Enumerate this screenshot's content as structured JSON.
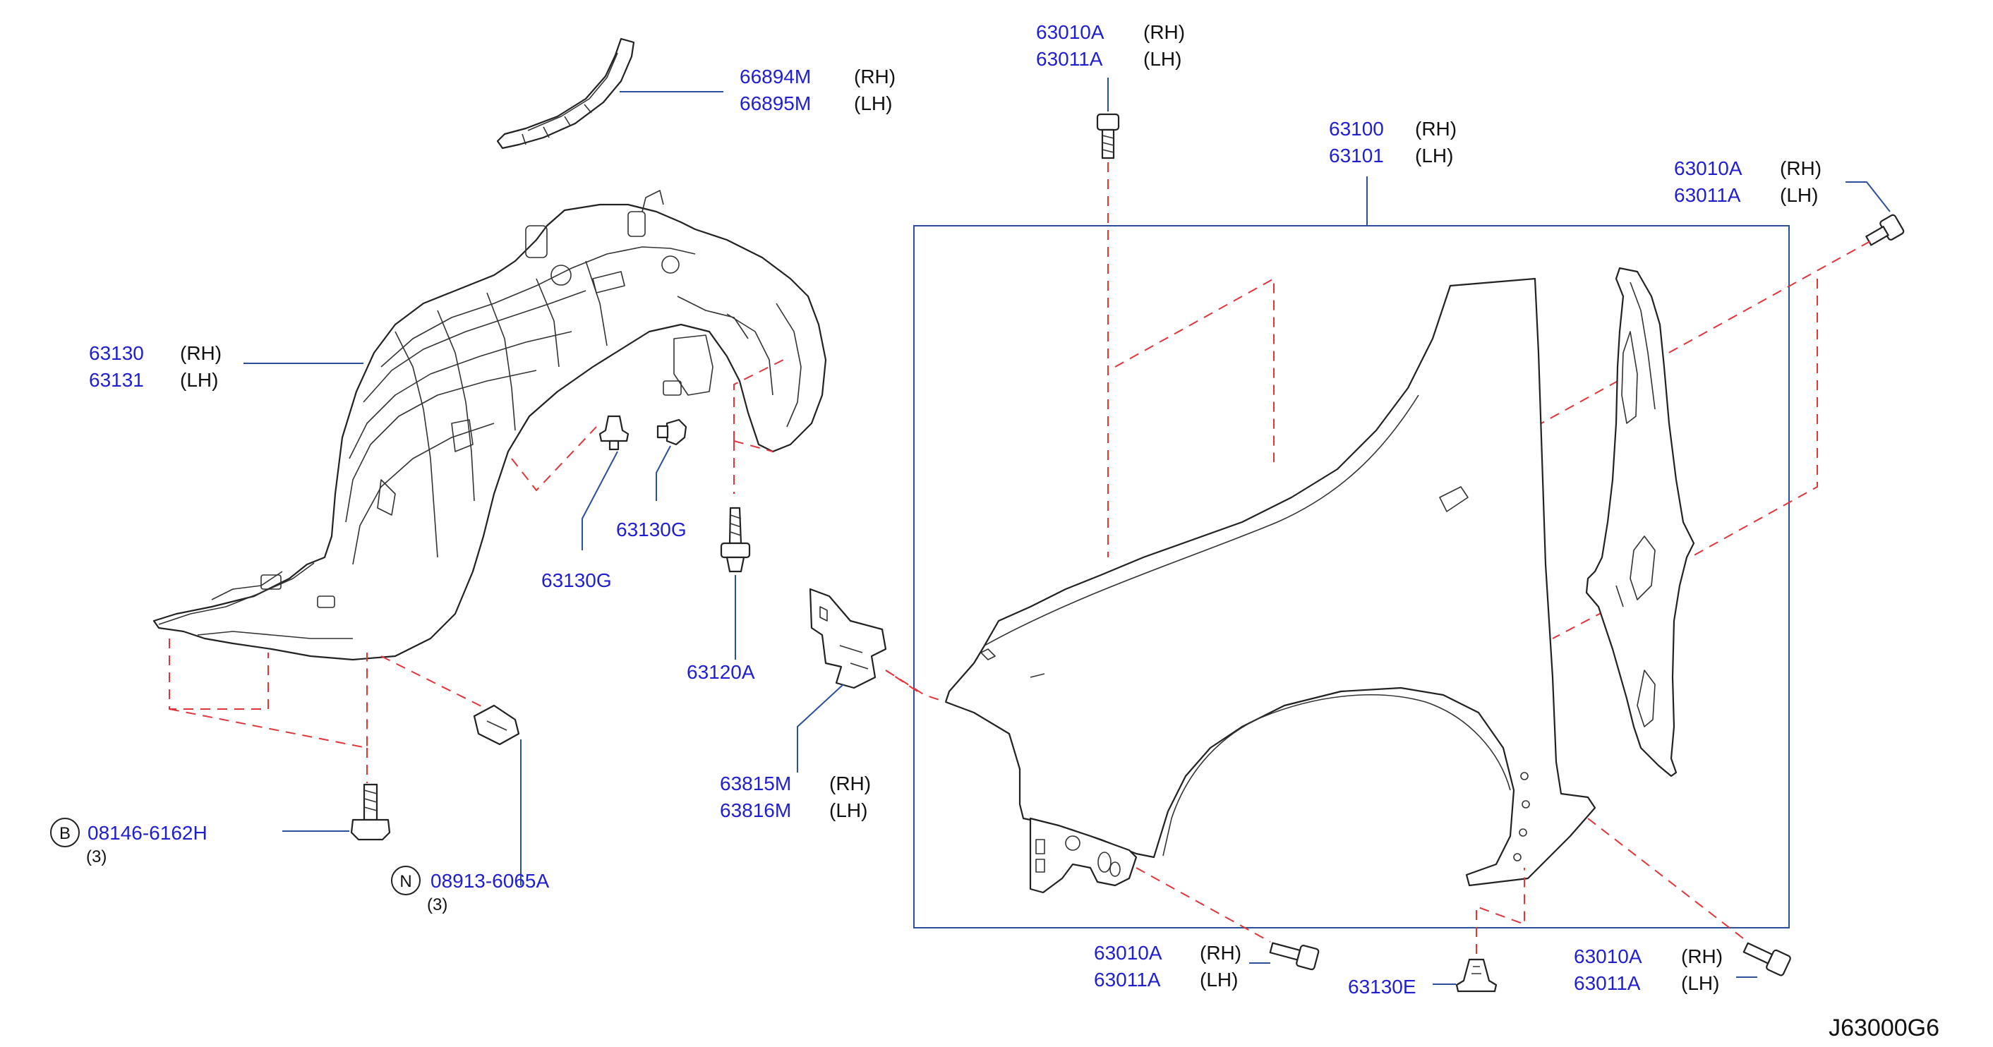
{
  "callouts": {
    "c66894": {
      "pn1": "66894M",
      "s1": "(RH)",
      "pn2": "66895M",
      "s2": "(LH)"
    },
    "c63010top": {
      "pn1": "63010A",
      "s1": "(RH)",
      "pn2": "63011A",
      "s2": "(LH)"
    },
    "c63100": {
      "pn1": "63100",
      "s1": "(RH)",
      "pn2": "63101",
      "s2": "(LH)"
    },
    "c63010right": {
      "pn1": "63010A",
      "s1": "(RH)",
      "pn2": "63011A",
      "s2": "(LH)"
    },
    "c63130": {
      "pn1": "63130",
      "s1": "(RH)",
      "pn2": "63131",
      "s2": "(LH)"
    },
    "c63130g_a": {
      "pn1": "63130G"
    },
    "c63130g_b": {
      "pn1": "63130G"
    },
    "c63120a": {
      "pn1": "63120A"
    },
    "c63815": {
      "pn1": "63815M",
      "s1": "(RH)",
      "pn2": "63816M",
      "s2": "(LH)"
    },
    "c08146": {
      "badge": "B",
      "pn1": "08146-6162H",
      "qty": "(3)"
    },
    "c08913": {
      "badge": "N",
      "pn1": "08913-6065A",
      "qty": "(3)"
    },
    "c63010bl": {
      "pn1": "63010A",
      "s1": "(RH)",
      "pn2": "63011A",
      "s2": "(LH)"
    },
    "c63130e": {
      "pn1": "63130E"
    },
    "c63010br": {
      "pn1": "63010A",
      "s1": "(RH)",
      "pn2": "63011A",
      "s2": "(LH)"
    }
  },
  "diagram_code": "J63000G6",
  "colors": {
    "part_number": "#1f1fd0",
    "leader": "#2c4f9a",
    "dashed_guide": "#e0353b"
  }
}
